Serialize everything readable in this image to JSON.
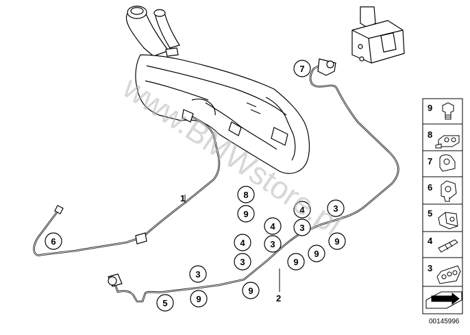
{
  "watermark": "www.BMWstore.pl",
  "document_number": "00145996",
  "leader_labels": {
    "pipe_left": "1",
    "pipe_right": "2"
  },
  "callouts": {
    "c_7_top": "7",
    "c_6": "6",
    "c_8": "8",
    "c_9_a": "9",
    "c_4_a": "4",
    "c_4_b": "4",
    "c_3_a": "3",
    "c_4_c": "4",
    "c_3_b": "3",
    "c_3_c": "3",
    "c_3_d": "3",
    "c_9_b": "9",
    "c_9_c": "9",
    "c_9_d": "9",
    "c_3_e": "3",
    "c_5": "5",
    "c_9_e": "9",
    "c_9_f": "9"
  },
  "legend": [
    {
      "num": "9",
      "icon": "bolt-icon"
    },
    {
      "num": "8",
      "icon": "double-clip-icon"
    },
    {
      "num": "7",
      "icon": "single-clip-icon"
    },
    {
      "num": "6",
      "icon": "grommet-clip-icon"
    },
    {
      "num": "5",
      "icon": "bracket-clip-icon"
    },
    {
      "num": "4",
      "icon": "flat-clip-icon"
    },
    {
      "num": "3",
      "icon": "multi-clip-icon"
    },
    {
      "num": "",
      "icon": "arrow-icon"
    }
  ]
}
